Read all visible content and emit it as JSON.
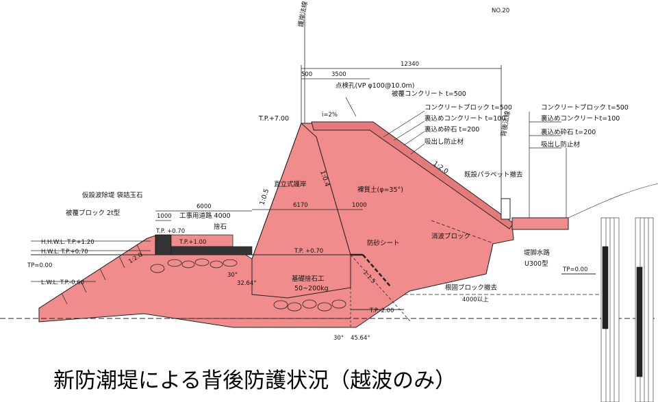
{
  "caption": "新防潮堤による背後防護状況（越波のみ）",
  "top_right_note": "NO.20",
  "labels": {
    "fill_colors": {
      "embankment": "#f08c8c",
      "outline": "#222222"
    },
    "design_line": "護岸法線",
    "tp_700": "T.P.+7.00",
    "dim_500": "500",
    "dim_3500": "3500",
    "dim_12340": "12340",
    "inspection_hole": "点検孔(VP φ100@10.0m)",
    "cover_concrete": "被覆コンクリート t=500",
    "concrete_block_l": "コンクリートブロック t=500",
    "backfill_concrete_l": "裏込めコンクリート t=100",
    "backfill_gravel_l": "裏込め砕石 t=200",
    "anti_suction_l": "吸出し防止材",
    "concrete_block_r": "コンクリートブロック t=500",
    "backfill_concrete_r": "裏込めコンクリートt=100",
    "backfill_gravel_r": "裏込め砕石 t=200",
    "anti_suction_r": "吸出し防止材",
    "slope_marker": "i=2%",
    "rear_line": "背後法線",
    "slope_20": "1:2.0",
    "slope_105": "1:0.5",
    "slope_104": "1:0.4",
    "upright_wall": "直立式護岸",
    "sand_fill": "裸質土(φ=35°)",
    "parapet_removal": "既設パラペット撤去",
    "temp_wave_bank": "仮設波除堤 袋詰玉石",
    "armor_block": "被覆ブロック 2t型",
    "dim_6000": "6000",
    "dim_1000_l": "1000",
    "work_road": "工事用道路 4000",
    "tp_070_small": "T.P. +0.70",
    "riprap": "捨石",
    "tp_100": "T.P.+1.00",
    "dim_6170": "6170",
    "dim_1000_r": "1000",
    "hhwl": "H.H.W.L. T.P.+1.20",
    "hwl": "H.W.L. T.P.+0.70",
    "tp_000_l": "TP=0.00",
    "lwl": "L.W.L. T.P.-0.60",
    "slope_20_left": "1:2.0",
    "tp_070": "T.P. +0.70",
    "sand_sheet": "防砂シート",
    "wave_block": "消波ブロック",
    "slope_15": "1:1.5",
    "foundation": "基礎捨石工",
    "foundation_weight": "50~200kg",
    "angle_30": "30°",
    "angle_3264": "32.64°",
    "rubble_removal": "根固ブロック撤去",
    "tp_m200": "T.P.-2.00",
    "angle_30b": "30°",
    "angle_4564": "45.64°",
    "drain_ditch": "堤脚水路",
    "ditch_type": "U300型",
    "tp_000_r": "TP=0.00",
    "small_note": "4000以上"
  }
}
